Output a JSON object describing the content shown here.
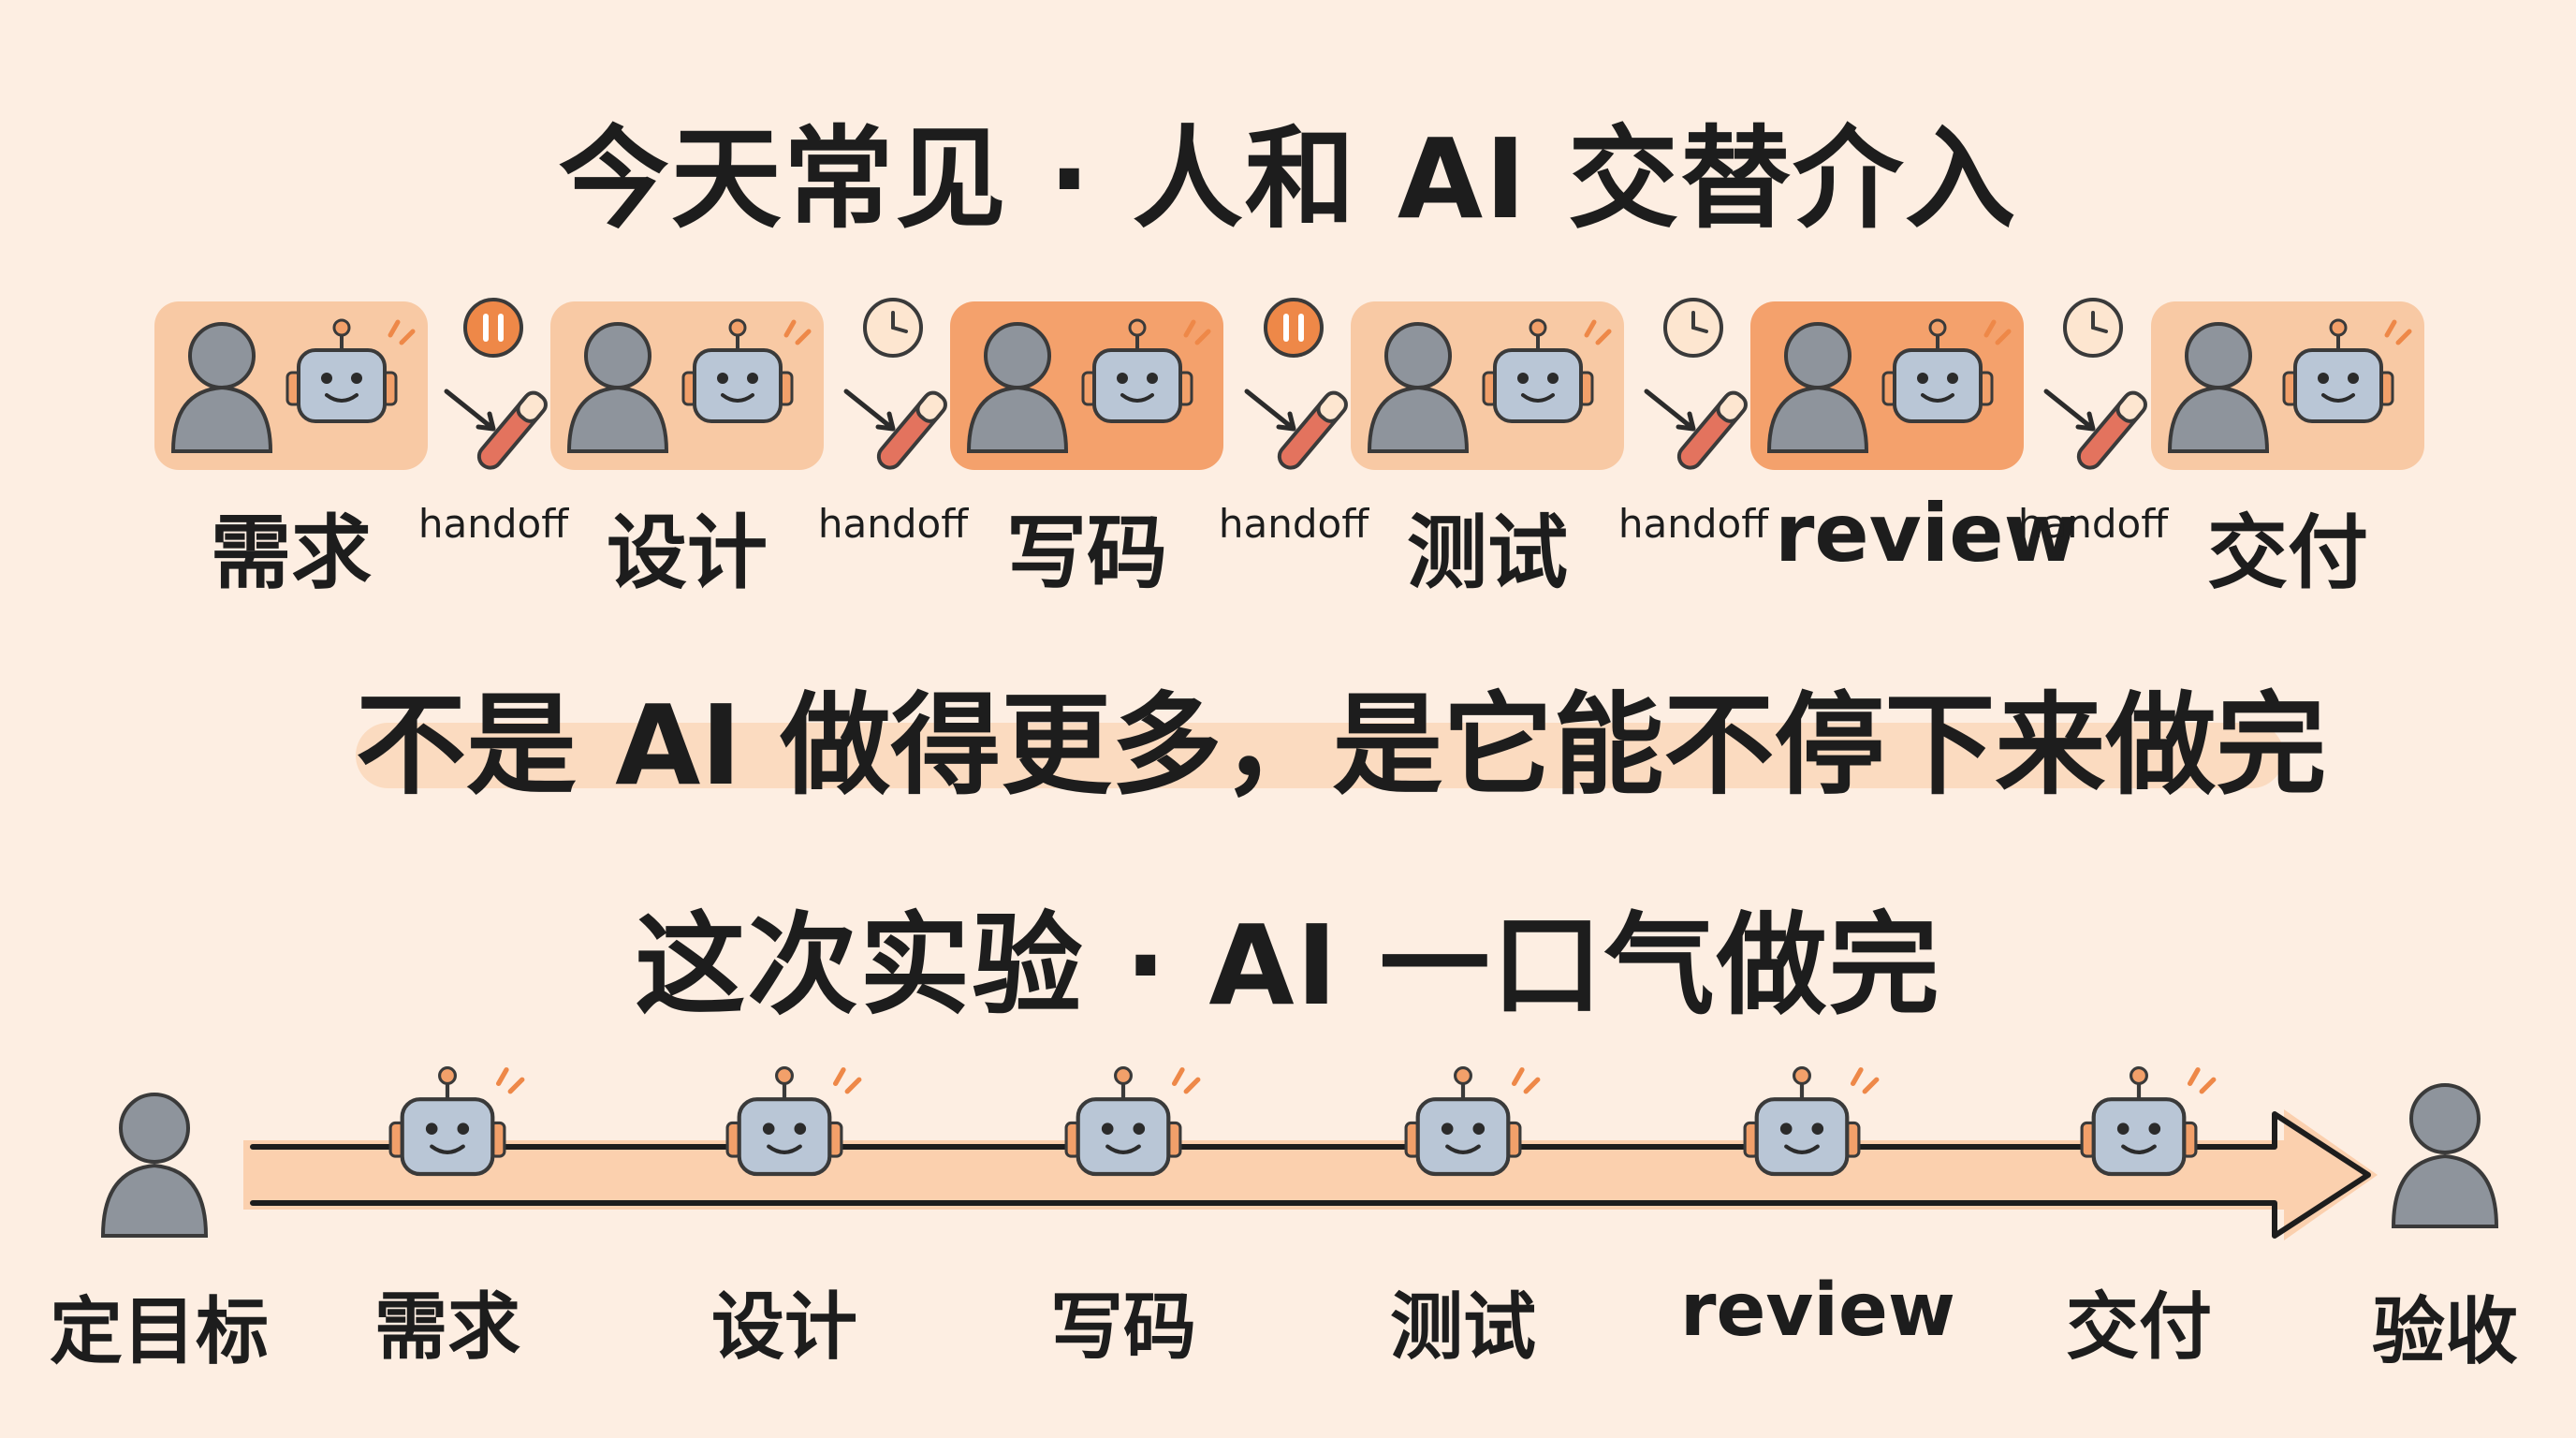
{
  "title_top": "今天常见 · 人和 AI 交替介入",
  "stages_top": [
    {
      "label": "需求",
      "tone": "light"
    },
    {
      "label": "设计",
      "tone": "light"
    },
    {
      "label": "写码",
      "tone": "dark"
    },
    {
      "label": "测试",
      "tone": "light"
    },
    {
      "label": "review",
      "tone": "dark"
    },
    {
      "label": "交付",
      "tone": "light"
    }
  ],
  "handoffs": [
    {
      "label": "handoff",
      "icon": "pause-icon"
    },
    {
      "label": "handoff",
      "icon": "clock-icon"
    },
    {
      "label": "handoff",
      "icon": "pause-icon"
    },
    {
      "label": "handoff",
      "icon": "clock-icon"
    },
    {
      "label": "handoff",
      "icon": "clock-icon"
    }
  ],
  "slogan": "不是 AI 做得更多，是它能不停下来做完",
  "title_bottom": "这次实验 · AI 一口气做完",
  "bottom_start_label": "定目标",
  "bottom_end_label": "验收",
  "stages_bottom": [
    "需求",
    "设计",
    "写码",
    "测试",
    "review",
    "交付"
  ],
  "colors": {
    "background": "#fdeee2",
    "box_light": "#f8c9a4",
    "box_dark": "#f4a16c",
    "accent": "#ee8848",
    "person": "#8e949c",
    "robot": "#b9c6d6",
    "baton": "#e3735e"
  }
}
